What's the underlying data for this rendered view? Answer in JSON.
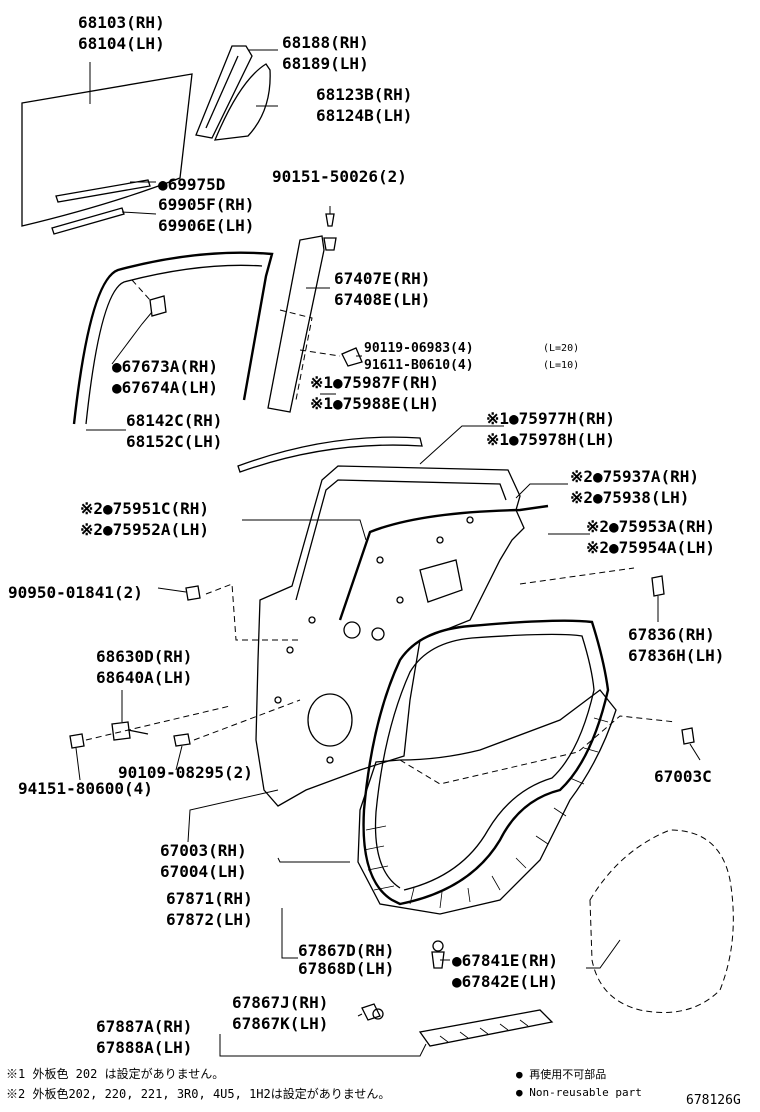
{
  "callouts": [
    {
      "id": "c1",
      "lines": [
        "68103(RH)",
        "68104(LH)"
      ]
    },
    {
      "id": "c2",
      "lines": [
        "68188(RH)",
        "68189(LH)"
      ]
    },
    {
      "id": "c3",
      "lines": [
        "68123B(RH)",
        "68124B(LH)"
      ]
    },
    {
      "id": "c4",
      "lines": [
        "●69975D"
      ]
    },
    {
      "id": "c5",
      "lines": [
        "69905F(RH)",
        "69906E(LH)"
      ]
    },
    {
      "id": "c6",
      "lines": [
        "90151-50026(2)"
      ]
    },
    {
      "id": "c7",
      "lines": [
        "67407E(RH)",
        "67408E(LH)"
      ]
    },
    {
      "id": "c8",
      "lines": [
        "●67673A(RH)",
        "●67674A(LH)"
      ]
    },
    {
      "id": "c9",
      "lines": [
        "90119-06983(4)",
        "91611-B0610(4)"
      ],
      "notes": [
        "(L=20)",
        "(L=10)"
      ]
    },
    {
      "id": "c10",
      "lines": [
        "※1●75987F(RH)",
        "※1●75988E(LH)"
      ]
    },
    {
      "id": "c11",
      "lines": [
        "68142C(RH)",
        "68152C(LH)"
      ]
    },
    {
      "id": "c12",
      "lines": [
        "※1●75977H(RH)",
        "※1●75978H(LH)"
      ]
    },
    {
      "id": "c13",
      "lines": [
        "※2●75937A(RH)",
        "※2●75938(LH)"
      ]
    },
    {
      "id": "c14",
      "lines": [
        "※2●75951C(RH)",
        "※2●75952A(LH)"
      ]
    },
    {
      "id": "c15",
      "lines": [
        "※2●75953A(RH)",
        "※2●75954A(LH)"
      ]
    },
    {
      "id": "c16",
      "lines": [
        "90950-01841(2)"
      ]
    },
    {
      "id": "c17",
      "lines": [
        "67836(RH)",
        "67836H(LH)"
      ]
    },
    {
      "id": "c18",
      "lines": [
        "68630D(RH)",
        "68640A(LH)"
      ]
    },
    {
      "id": "c19",
      "lines": [
        "67003C"
      ]
    },
    {
      "id": "c20",
      "lines": [
        "90109-08295(2)"
      ]
    },
    {
      "id": "c21",
      "lines": [
        "94151-80600(4)"
      ]
    },
    {
      "id": "c22",
      "lines": [
        "67003(RH)",
        "67004(LH)"
      ]
    },
    {
      "id": "c23",
      "lines": [
        "67871(RH)",
        "67872(LH)"
      ]
    },
    {
      "id": "c24",
      "lines": [
        "67867D(RH)",
        "67868D(LH)"
      ]
    },
    {
      "id": "c25",
      "lines": [
        "●67841E(RH)",
        "●67842E(LH)"
      ]
    },
    {
      "id": "c26",
      "lines": [
        "67867J(RH)",
        "67867K(LH)"
      ]
    },
    {
      "id": "c27",
      "lines": [
        "67887A(RH)",
        "67888A(LH)"
      ]
    }
  ],
  "footnotes": [
    "※1 外板色 202 は設定がありません。",
    "※2 外板色202, 220, 221, 3R0, 4U5, 1H2は設定がありません。"
  ],
  "legend": [
    "● 再使用不可部品",
    "● Non-reusable part"
  ],
  "figure_code": "678126G"
}
